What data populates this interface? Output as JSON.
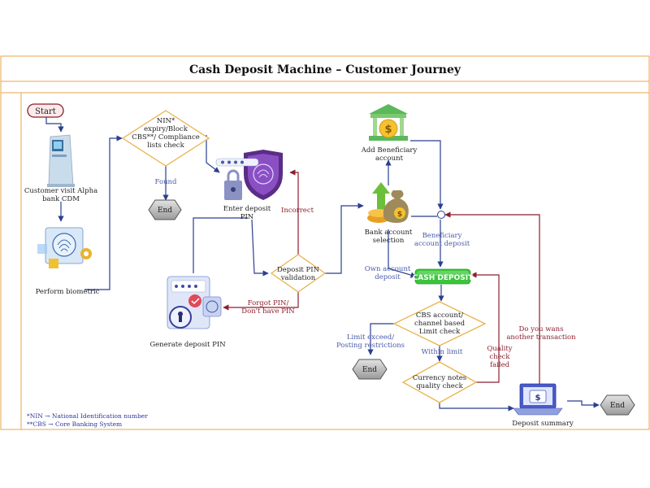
{
  "title": "Cash Deposit Machine – Customer Journey",
  "nodes": {
    "start": "Start",
    "customer_visit": [
      "Customer visit Alpha",
      "bank CDM"
    ],
    "perform_biometric": "Perform biometric",
    "nin_check": [
      "NIN*",
      "expiry/Block",
      "CBS**/ Compliance",
      "lists check"
    ],
    "end_found": "End",
    "enter_pin": [
      "Enter deposit",
      "PIN"
    ],
    "generate_pin": "Generate deposit PIN",
    "pin_validation": [
      "Deposit PIN",
      "validation"
    ],
    "add_beneficiary": [
      "Add Beneficiary",
      "account"
    ],
    "bank_account_selection": [
      "Bank account",
      "selection"
    ],
    "cash_deposit": "CASH DEPOSIT",
    "cbs_check": [
      "CBS account/",
      "channel based",
      "Limit check"
    ],
    "end_limit": "End",
    "currency_check": [
      "Currency notes",
      "quality check"
    ],
    "deposit_summary": "Deposit summary",
    "end_final": "End"
  },
  "edge_labels": {
    "found": "Found",
    "incorrect": "Incorrect",
    "forgot_pin": [
      "Forgot PIN/",
      "Don't have PIN"
    ],
    "own_account": [
      "Own account",
      "deposit"
    ],
    "beneficiary_deposit": [
      "Beneficiary",
      "account deposit"
    ],
    "limit_exceed": [
      "Limit exceed/",
      "Posting restrictions"
    ],
    "within_limit": "Within limit",
    "quality_failed": [
      "Quality",
      "check",
      "failed"
    ],
    "another_transaction": [
      "Do you wans",
      "another transaction"
    ]
  },
  "legend": [
    "*NIN   → National Identification number",
    "**CBS → Core Banking System"
  ],
  "colors": {
    "frame": "#e8a64a",
    "arrow_blue": "#2a3f8f",
    "arrow_red": "#8c1f2e",
    "diamond_border": "#e8b34a",
    "deposit_green": "#3cc43c"
  }
}
